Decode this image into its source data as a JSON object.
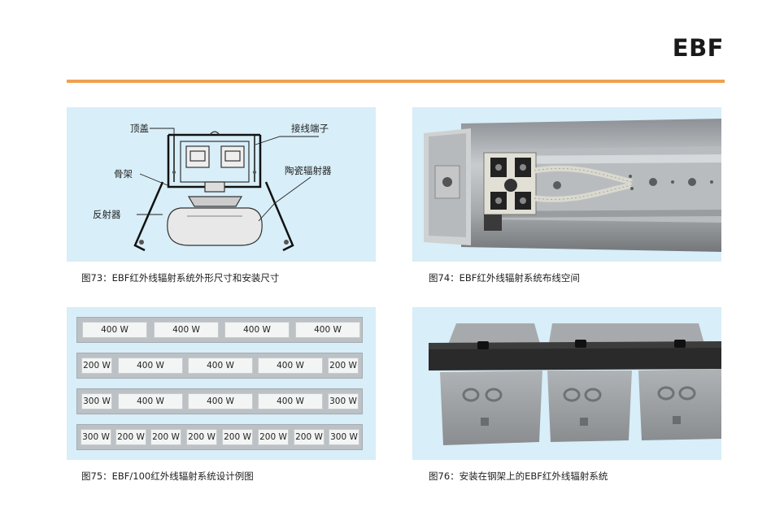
{
  "header": {
    "brand": "EBF"
  },
  "figure73": {
    "caption": "图73：EBF红外线辐射系统外形尺寸和安装尺寸",
    "labels": {
      "top_cover": "顶盖",
      "terminal": "接线端子",
      "frame": "骨架",
      "ceramic_emitter": "陶瓷辐射器",
      "reflector": "反射器"
    }
  },
  "figure74": {
    "caption": "图74：EBF红外线辐射系统布线空间"
  },
  "figure75": {
    "caption": "图75：EBF/100红外线辐射系统设计例图",
    "rows": [
      {
        "modules": [
          "400 W",
          "400 W",
          "400 W",
          "400 W"
        ]
      },
      {
        "modules": [
          "200 W",
          "400 W",
          "400 W",
          "400 W",
          "200 W"
        ]
      },
      {
        "modules": [
          "300 W",
          "400 W",
          "400 W",
          "400 W",
          "300 W"
        ]
      },
      {
        "modules": [
          "300 W",
          "200 W",
          "200 W",
          "200 W",
          "200 W",
          "200 W",
          "200 W",
          "300 W"
        ]
      }
    ]
  },
  "figure76": {
    "caption": "图76：安装在钢架上的EBF红外线辐射系统"
  },
  "colors": {
    "accent_rule": "#f0a050",
    "panel_bg": "#d8eef8"
  }
}
